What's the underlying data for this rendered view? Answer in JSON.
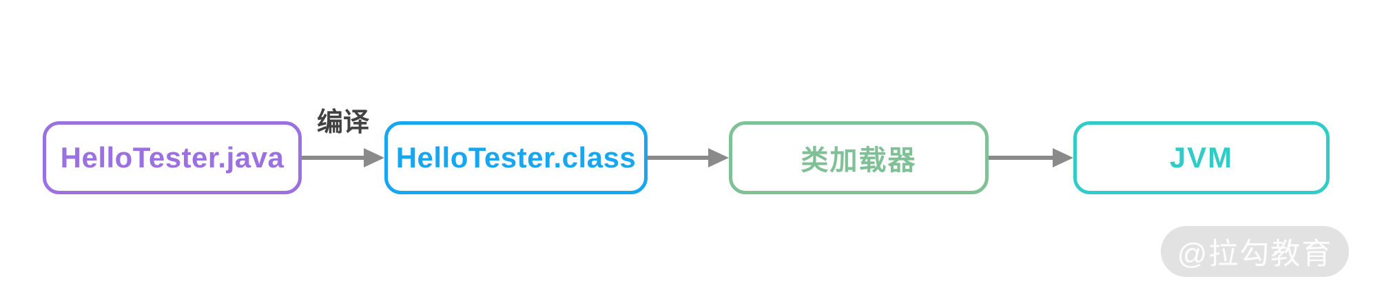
{
  "diagram": {
    "type": "flowchart",
    "direction": "left-to-right",
    "nodes": [
      {
        "id": "java-source-file",
        "label": "HelloTester.java",
        "color": "#9b70e0"
      },
      {
        "id": "class-bytecode-file",
        "label": "HelloTester.class",
        "color": "#16a7f0"
      },
      {
        "id": "class-loader",
        "label": "类加载器",
        "color": "#7fc096"
      },
      {
        "id": "jvm",
        "label": "JVM",
        "color": "#31ccc7"
      }
    ],
    "edges": [
      {
        "from": "java-source-file",
        "to": "class-bytecode-file",
        "label": "编译"
      },
      {
        "from": "class-bytecode-file",
        "to": "class-loader",
        "label": ""
      },
      {
        "from": "class-loader",
        "to": "jvm",
        "label": ""
      }
    ],
    "arrow_color": "#8a8a8a",
    "edge_label_color": "#424242"
  },
  "watermark": {
    "text": "@拉勾教育",
    "background": "#e2e2e2",
    "text_color": "#fdfdfd"
  },
  "background": "#ffffff"
}
